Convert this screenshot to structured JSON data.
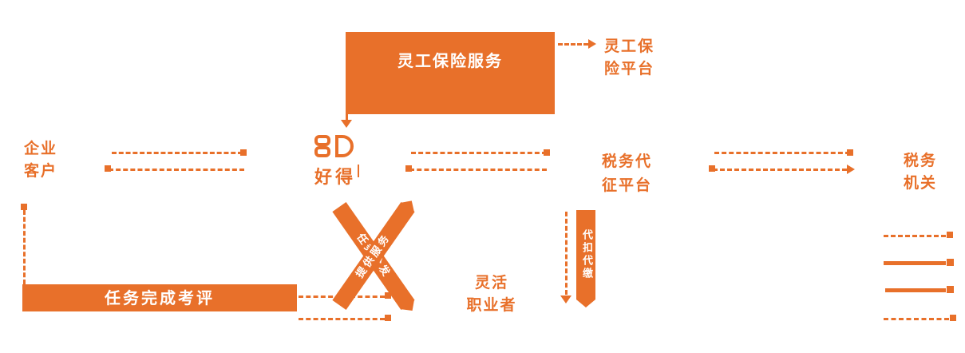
{
  "palette": {
    "orange": "#E8702A",
    "white": "#FFFFFF"
  },
  "nodes": {
    "insurance_box": {
      "label": "灵工保险服务"
    },
    "insurance_platform": {
      "line1": "灵工保",
      "line2": "险平台"
    },
    "enterprise": {
      "line1": "企业",
      "line2": "客户"
    },
    "brand": {
      "name": "好得"
    },
    "tax_agency": {
      "line1": "税务代",
      "line2": "征平台"
    },
    "tax_authority": {
      "line1": "税务",
      "line2": "机关"
    },
    "workers": {
      "line1": "灵活",
      "line2": "职业者"
    },
    "evaluation_bar": {
      "label": "任务完成考评"
    }
  },
  "edge_labels": {
    "dispatch": "任务分发",
    "service": "提供服务",
    "withholding": "代扣代缴"
  }
}
